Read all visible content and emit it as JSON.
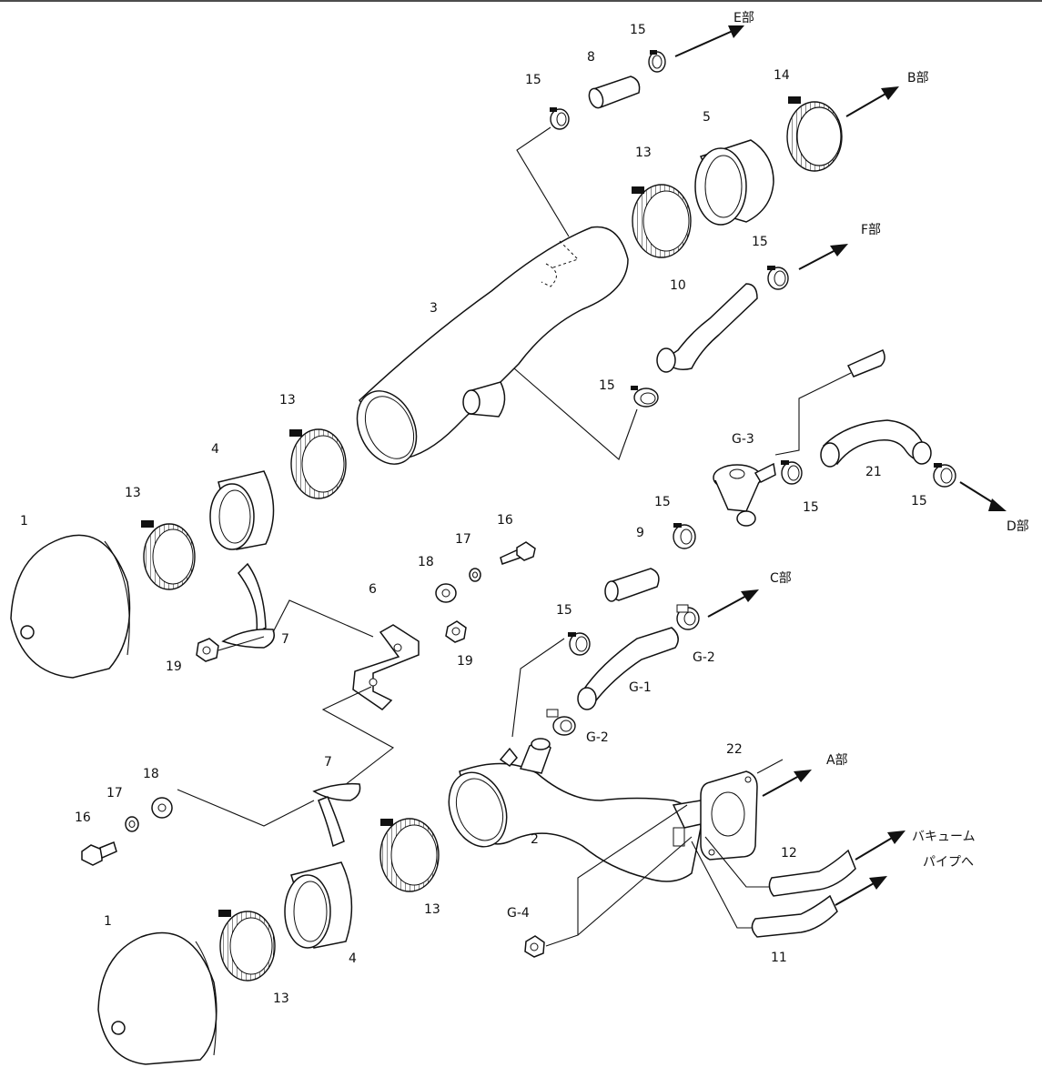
{
  "labels": {
    "e_bu": "E部",
    "b_bu": "B部",
    "f_bu": "F部",
    "d_bu": "D部",
    "c_bu": "C部",
    "a_bu": "A部",
    "vacuum_line1": "バキューム",
    "vacuum_line2": "パイプへ"
  },
  "callouts": {
    "p15_top": "15",
    "p8": "8",
    "p15_left": "15",
    "p14": "14",
    "p5": "5",
    "p13_top": "13",
    "p15_f": "15",
    "p10": "10",
    "p3": "3",
    "p15_mid": "15",
    "p13_mid": "13",
    "p4_mid": "4",
    "p13_left": "13",
    "p1_top": "1",
    "pG3": "G-3",
    "p21": "21",
    "p15_g3": "15",
    "p15_d": "15",
    "p16_top": "16",
    "p17_top": "17",
    "p18_top": "18",
    "p6": "6",
    "p9": "9",
    "p15_9a": "15",
    "p15_9b": "15",
    "p7_top": "7",
    "p19_left": "19",
    "p19_right": "19",
    "pG2_a": "G-2",
    "pG1": "G-1",
    "pG2_b": "G-2",
    "p22": "22",
    "p7_bot": "7",
    "p18_bot": "18",
    "p17_bot": "17",
    "p16_bot": "16",
    "p2": "2",
    "p12": "12",
    "p13_bot": "13",
    "pG4": "G-4",
    "p11": "11",
    "p1_bot": "1",
    "p13_botleft": "13",
    "p4_bot": "4"
  }
}
